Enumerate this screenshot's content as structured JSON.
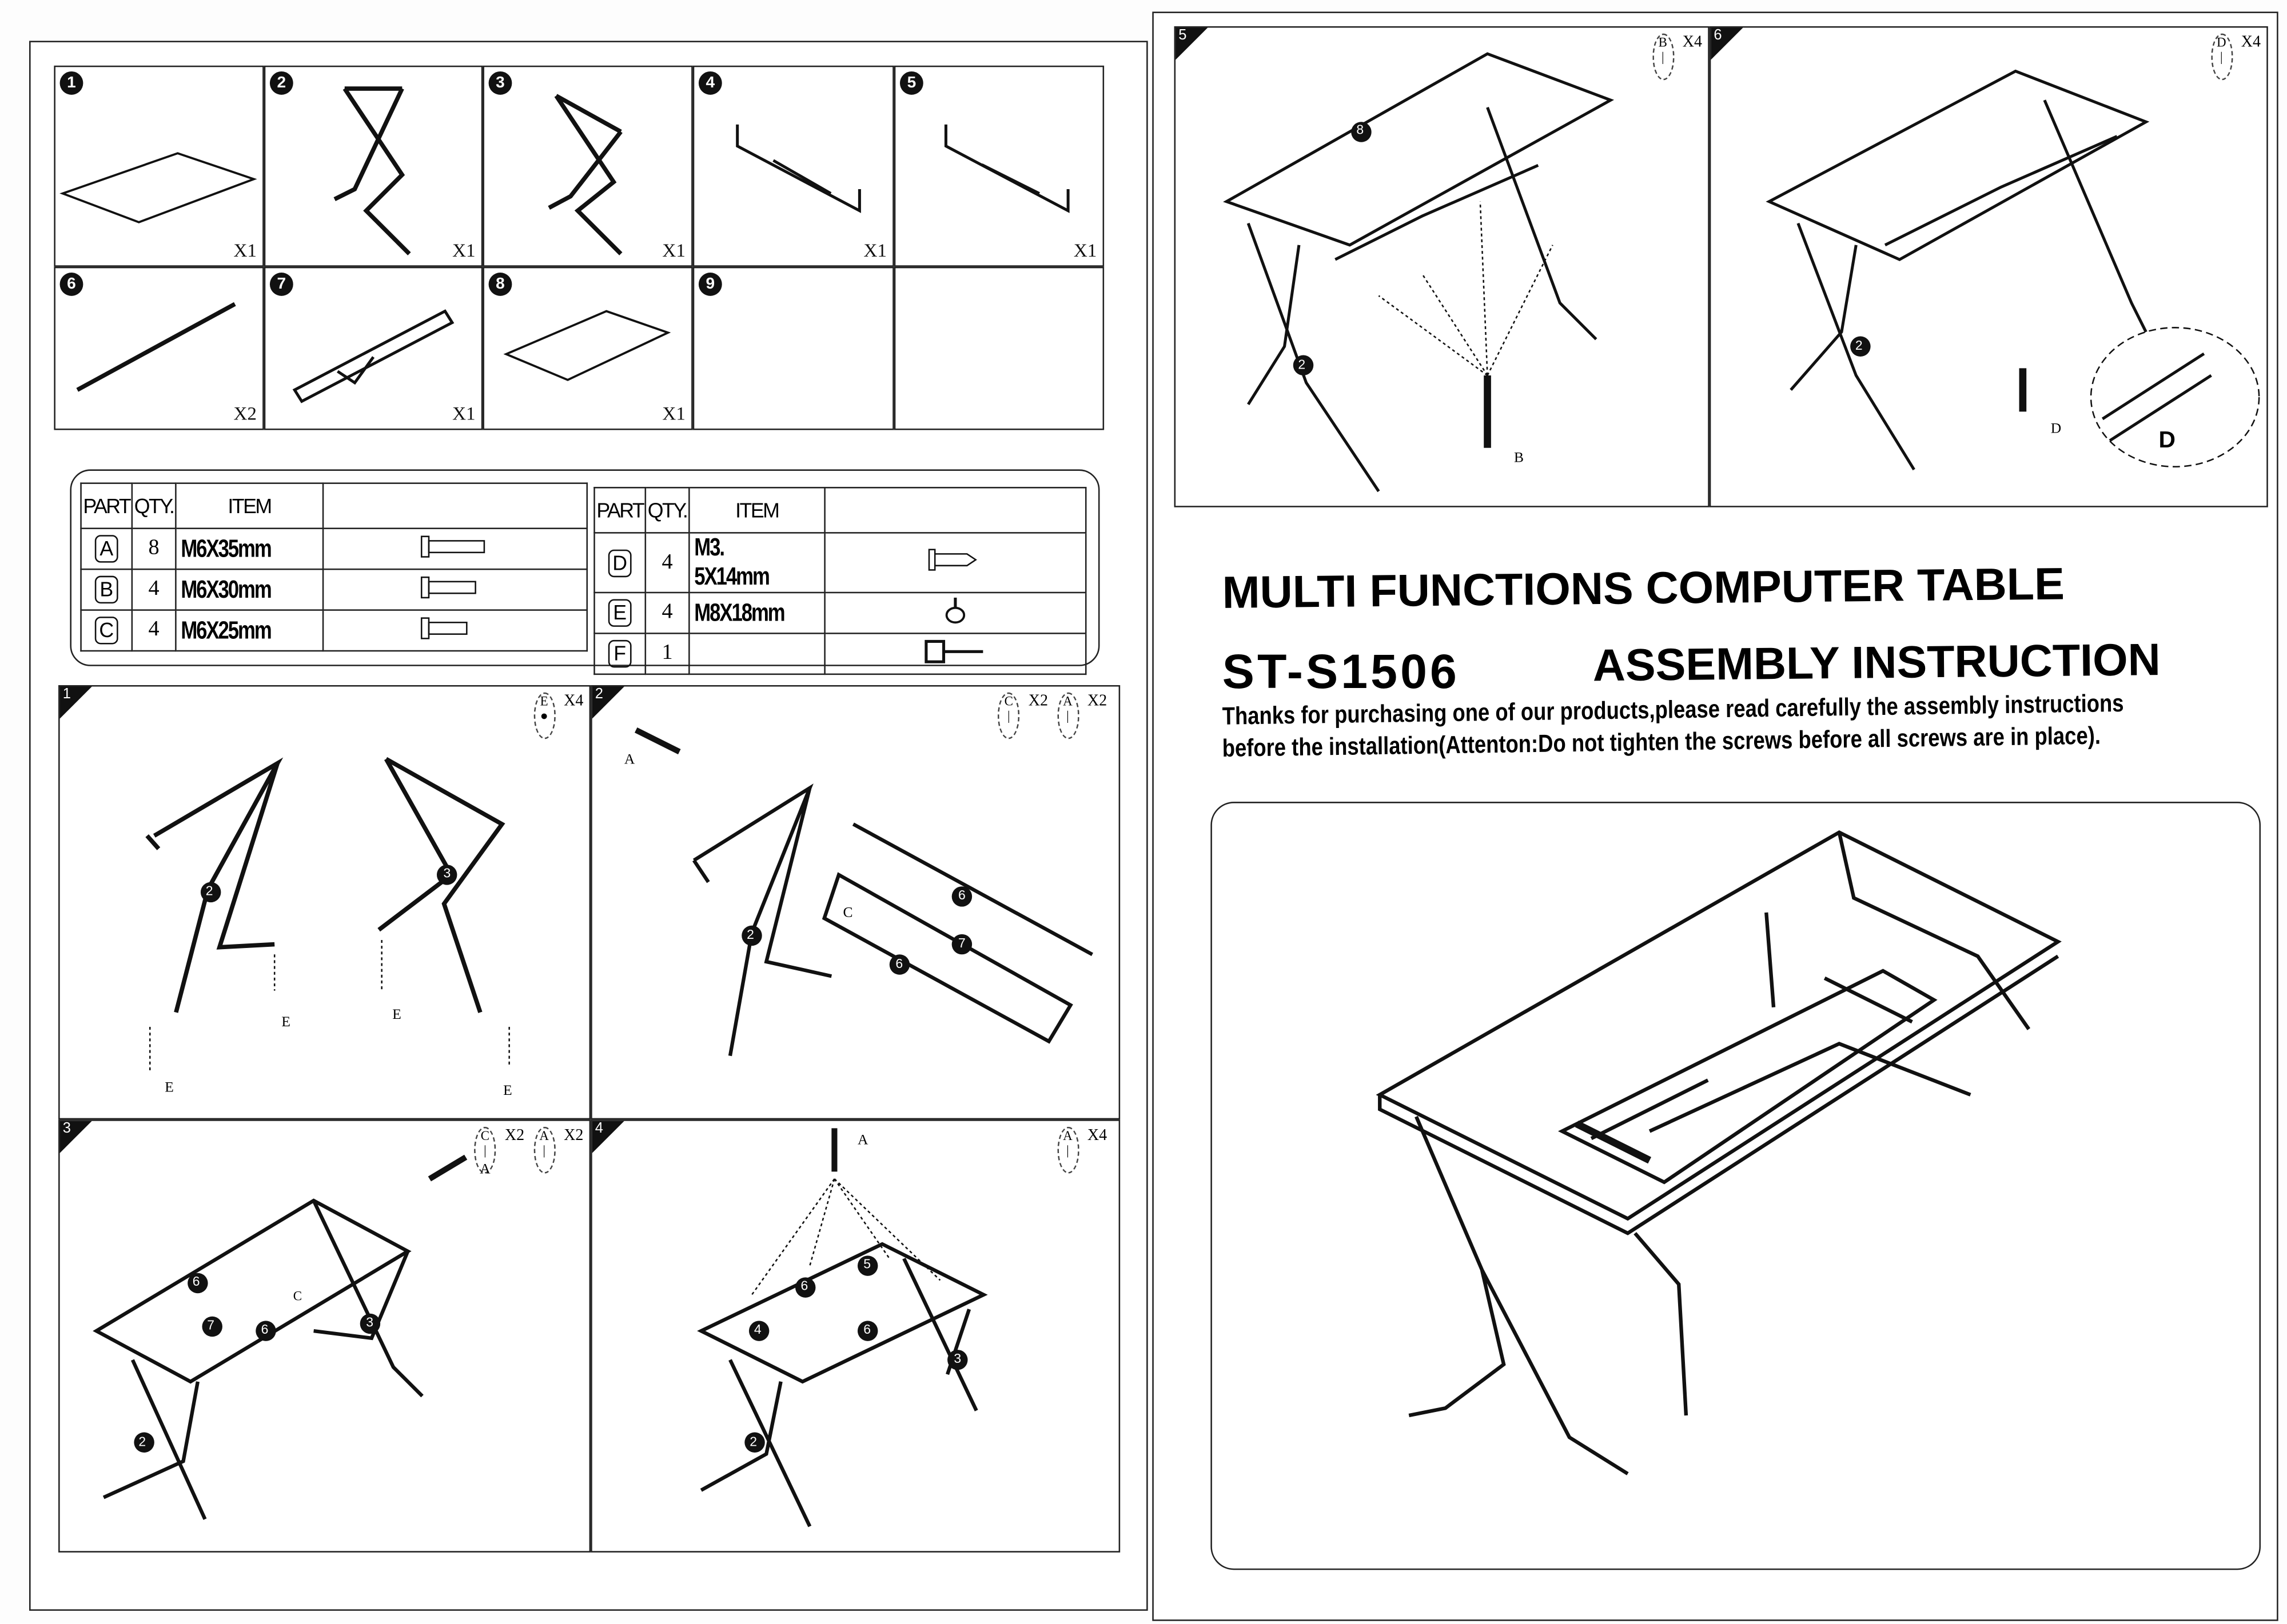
{
  "parts": [
    {
      "no": "1",
      "count": "X1"
    },
    {
      "no": "2",
      "count": "X1"
    },
    {
      "no": "3",
      "count": "X1"
    },
    {
      "no": "4",
      "count": "X1"
    },
    {
      "no": "5",
      "count": "X1"
    },
    {
      "no": "6",
      "count": "X2"
    },
    {
      "no": "7",
      "count": "X1"
    },
    {
      "no": "8",
      "count": "X1"
    },
    {
      "no": "9",
      "count": ""
    }
  ],
  "hardware_table": {
    "headers": {
      "part": "PART",
      "qty": "QTY.",
      "item": "ITEM"
    },
    "left": [
      {
        "part": "A",
        "qty": "8",
        "item": "M6X35mm",
        "icon": "bolt-icon"
      },
      {
        "part": "B",
        "qty": "4",
        "item": "M6X30mm",
        "icon": "bolt-icon"
      },
      {
        "part": "C",
        "qty": "4",
        "item": "M6X25mm",
        "icon": "bolt-icon"
      }
    ],
    "right": [
      {
        "part": "D",
        "qty": "4",
        "item": "M3. 5X14mm",
        "icon": "wood-screw-icon"
      },
      {
        "part": "E",
        "qty": "4",
        "item": "M8X18mm",
        "icon": "foot-glide-icon"
      },
      {
        "part": "F",
        "qty": "1",
        "item": "",
        "icon": "allen-key-icon"
      }
    ]
  },
  "steps": [
    {
      "no": "1",
      "hardware": [
        {
          "part": "E",
          "qty": "X4"
        }
      ],
      "labels": [
        "2",
        "3",
        "E",
        "E",
        "E",
        "E"
      ]
    },
    {
      "no": "2",
      "hardware": [
        {
          "part": "C",
          "qty": "X2"
        },
        {
          "part": "A",
          "qty": "X2"
        }
      ],
      "labels": [
        "A",
        "6",
        "7",
        "6",
        "2",
        "C"
      ]
    },
    {
      "no": "3",
      "hardware": [
        {
          "part": "C",
          "qty": "X2"
        },
        {
          "part": "A",
          "qty": "X2"
        }
      ],
      "labels": [
        "A",
        "6",
        "7",
        "6",
        "3",
        "2",
        "C"
      ]
    },
    {
      "no": "4",
      "hardware": [
        {
          "part": "A",
          "qty": "X4"
        }
      ],
      "labels": [
        "A",
        "5",
        "6",
        "4",
        "6",
        "3",
        "2"
      ]
    },
    {
      "no": "5",
      "hardware": [
        {
          "part": "B",
          "qty": "X4"
        }
      ],
      "labels": [
        "8",
        "2",
        "B"
      ]
    },
    {
      "no": "6",
      "hardware": [
        {
          "part": "D",
          "qty": "X4"
        }
      ],
      "labels": [
        "2",
        "D",
        "D"
      ]
    }
  ],
  "cover": {
    "title_line1": "MULTI FUNCTIONS COMPUTER TABLE",
    "model": "ST-S1506",
    "title_line2": "ASSEMBLY INSTRUCTION",
    "intro_line1": "Thanks for purchasing one of our products,please read carefully the assembly instructions",
    "intro_line2": "before the installation(Attenton:Do not tighten the screws before all screws are in place)."
  }
}
